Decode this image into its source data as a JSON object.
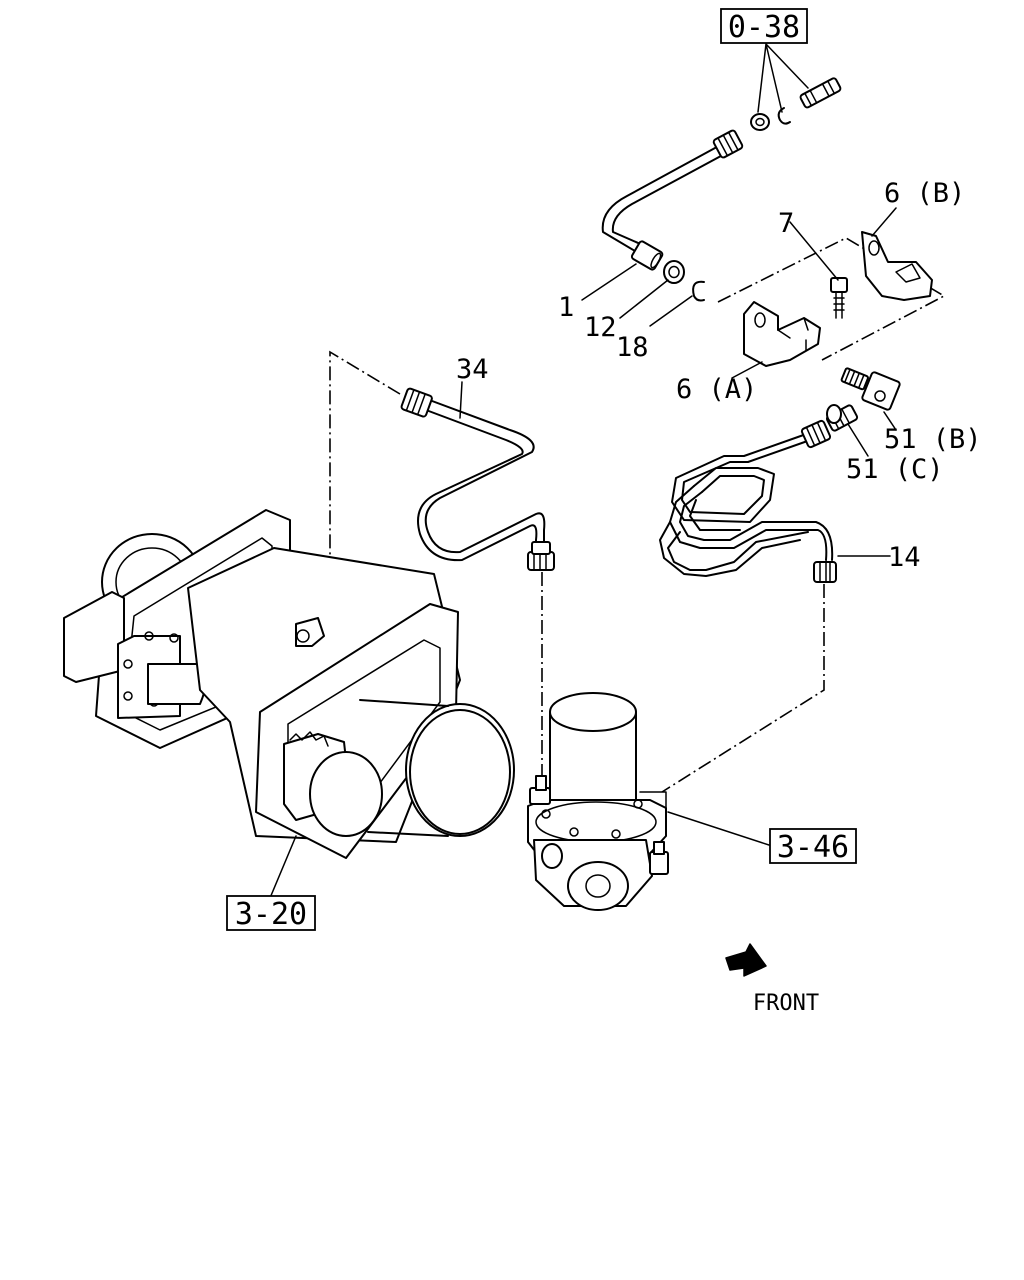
{
  "diagram": {
    "part_labels": {
      "p1": "1",
      "p12": "12",
      "p18": "18",
      "p7": "7",
      "p6b": "6 (B)",
      "p6a": "6 (A)",
      "p34": "34",
      "p51b": "51 (B)",
      "p51c": "51 (C)",
      "p14": "14"
    },
    "reference_boxes": {
      "r038": "0-38",
      "r346": "3-46",
      "r320": "3-20"
    },
    "direction": {
      "label": "FRONT",
      "icon": "arrow-icon"
    },
    "colors": {
      "ink": "#000000",
      "paper": "#ffffff"
    }
  }
}
